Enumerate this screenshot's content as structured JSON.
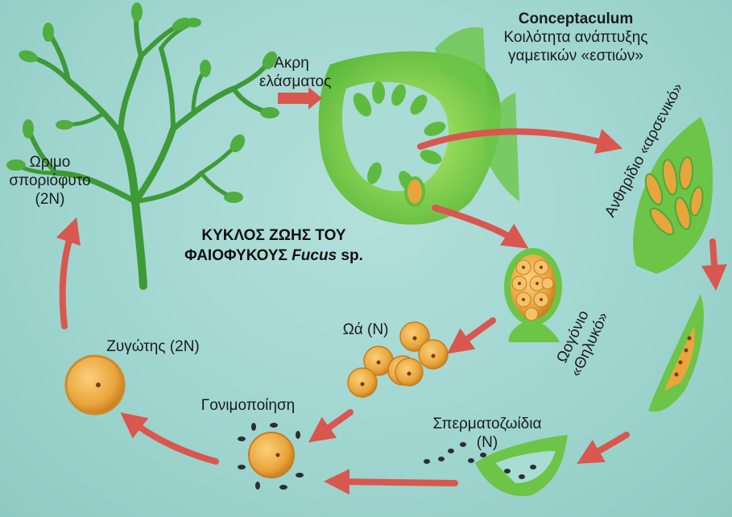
{
  "title": {
    "line1": "ΚΥΚΛΟΣ ΖΩΗΣ ΤΟΥ",
    "line2_prefix": "ΦΑΙΟΦΥΚΟΥΣ",
    "line2_genus": "Fucus",
    "line2_suffix": "sp."
  },
  "labels": {
    "blade_tip_1": "Ακρη",
    "blade_tip_2": "ελάσματος",
    "conceptaculum_title": "Conceptaculum",
    "conceptaculum_desc_1": "Κοιλότητα ανάπτυξης",
    "conceptaculum_desc_2": "γαμετικών «εστιών»",
    "antheridium": "Ανθηρίδιο «αρσενικό»",
    "oogonium_1": "Ωογόνιο",
    "oogonium_2": "«Θηλυκό»",
    "eggs": "Ωά (Ν)",
    "sperm_1": "Σπερματοζωίδια",
    "sperm_2": "(Ν)",
    "fertilization": "Γονιμοποίηση",
    "zygote": "Ζυγώτης (2Ν)",
    "sporophyte_1": "Ωριμο",
    "sporophyte_2": "σποριόφυτο",
    "sporophyte_3": "(2Ν)"
  },
  "colors": {
    "background": "#a0d6d0",
    "arrow": "#d9574f",
    "thallus": "#3f9a3a",
    "tissue": "#7fcf4a",
    "cell": "#e9a53c"
  }
}
